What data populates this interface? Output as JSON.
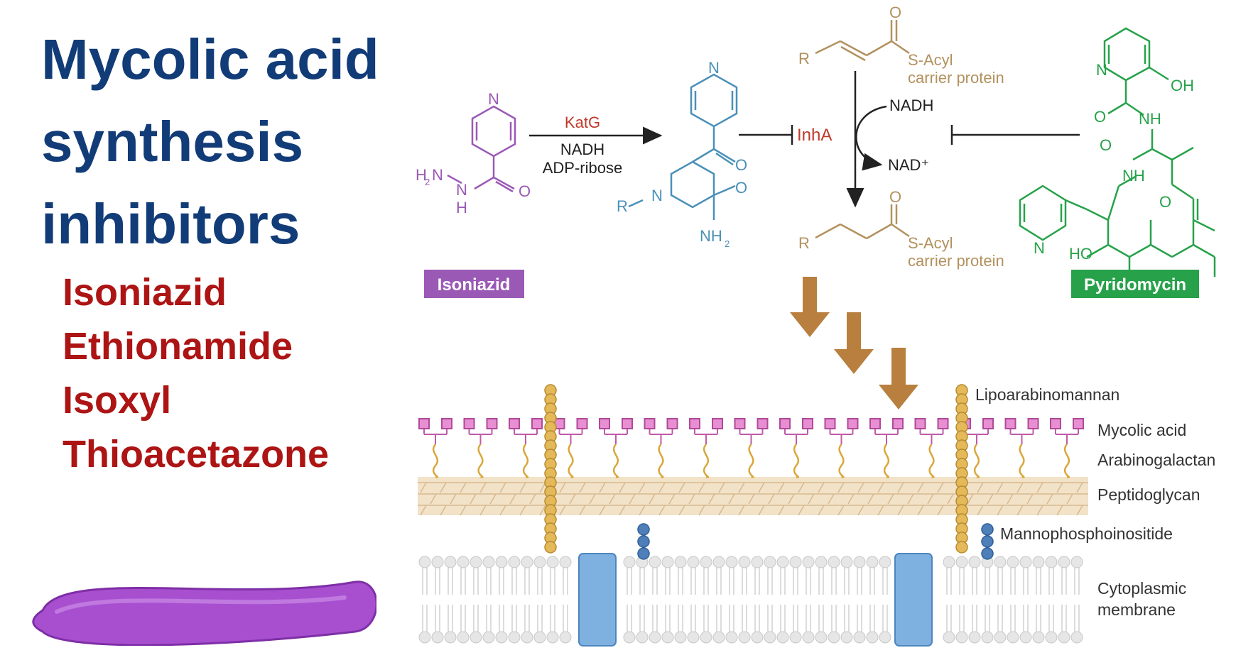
{
  "title": {
    "lines": [
      "Mycolic acid",
      "synthesis",
      "inhibitors"
    ]
  },
  "drugs": [
    "Isoniazid",
    "Ethionamide",
    "Isoxyl",
    "Thioacetazone"
  ],
  "pathway": {
    "enzyme_katg": "KatG",
    "cofactor_nadh": "NADH",
    "cofactor_adp": "ADP-ribose",
    "target_inha": "InhA",
    "nadh": "NADH",
    "nad_plus": "NAD⁺",
    "substrate_r": "R",
    "substrate_label_1": "S-Acyl",
    "substrate_label_2": "carrier protein",
    "product_r": "R",
    "product_label_1": "S-Acyl",
    "product_label_2": "carrier protein",
    "adduct_r": "R",
    "isoniazid_label": "Isoniazid",
    "pyridomycin_label": "Pyridomycin"
  },
  "atoms": {
    "n": "N",
    "o": "O",
    "h": "H",
    "nh": "NH",
    "oh": "OH",
    "ho": "HO",
    "nh2": "NH",
    "h2n": "H",
    "sub2": "2"
  },
  "cell_wall_labels": {
    "lipoarabinomannan": "Lipoarabinomannan",
    "mycolic_acid": "Mycolic acid",
    "arabinogalactan": "Arabinogalactan",
    "peptidoglycan": "Peptidoglycan",
    "mannophosphoinositide": "Mannophosphoinositide",
    "cytoplasmic_1": "Cytoplasmic",
    "cytoplasmic_2": "membrane"
  },
  "colors": {
    "title": "#123c78",
    "drugs": "#ad1414",
    "isoniazid": "#9b59b6",
    "adduct": "#4a90b8",
    "acyl": "#b3915e",
    "pyridomycin": "#27a24a",
    "katg_inha": "#c0392b",
    "arrow": "#b87f3e",
    "bacterium": "#9b3fc4"
  }
}
